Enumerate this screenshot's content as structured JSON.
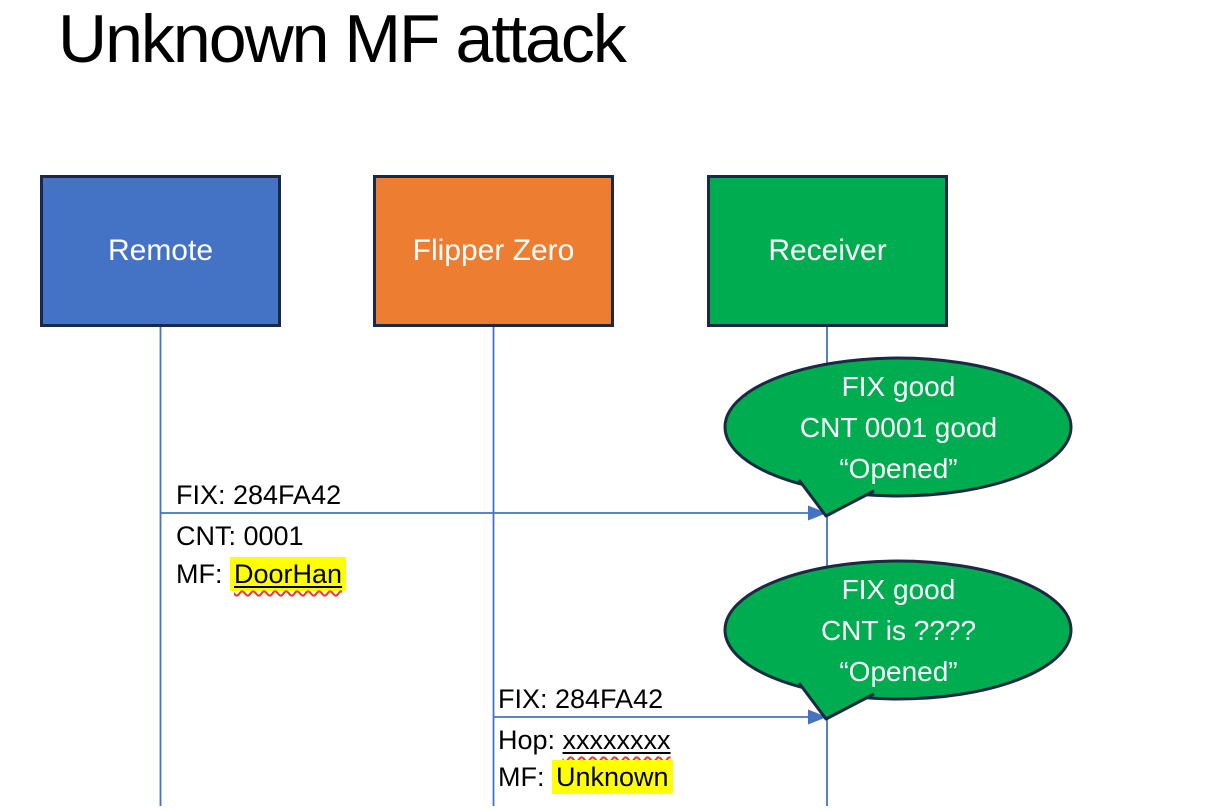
{
  "title": "Unknown MF attack",
  "colors": {
    "remote_fill": "#4472C4",
    "flipper_fill": "#ED7D31",
    "receiver_fill": "#00AC50",
    "bubble_fill": "#00AC50",
    "shape_border": "#1b2945",
    "line_blue": "#4472C4",
    "highlight_yellow": "#FFFF00",
    "spellcheck_red": "#ee3a23",
    "text_white": "#ffffff",
    "text_black": "#000000"
  },
  "actors": [
    {
      "id": "remote",
      "label": "Remote"
    },
    {
      "id": "flipper-zero",
      "label": "Flipper Zero"
    },
    {
      "id": "receiver",
      "label": "Receiver"
    }
  ],
  "messages": [
    {
      "from": "Remote",
      "to": "Receiver",
      "lines": [
        {
          "text": "FIX: 284FA42"
        },
        {
          "text": "CNT: 0001"
        },
        {
          "prefix": "MF: ",
          "value": "DoorHan",
          "highlight": true,
          "underline": true,
          "spellcheck_squiggle": true
        }
      ]
    },
    {
      "from": "Flipper Zero",
      "to": "Receiver",
      "lines": [
        {
          "text": "FIX: 284FA42"
        },
        {
          "prefix": "Hop: ",
          "value": "xxxxxxxx",
          "highlight": false,
          "underline": true,
          "spellcheck_squiggle": true
        },
        {
          "prefix": "MF: ",
          "value": "Unknown",
          "highlight": true,
          "underline": false,
          "spellcheck_squiggle": false
        }
      ]
    }
  ],
  "bubbles": [
    {
      "speaker": "Receiver",
      "lines": [
        "FIX good",
        "CNT 0001 good",
        "“Opened”"
      ]
    },
    {
      "speaker": "Receiver",
      "lines": [
        "FIX good",
        "CNT is ????",
        "“Opened”"
      ]
    }
  ]
}
